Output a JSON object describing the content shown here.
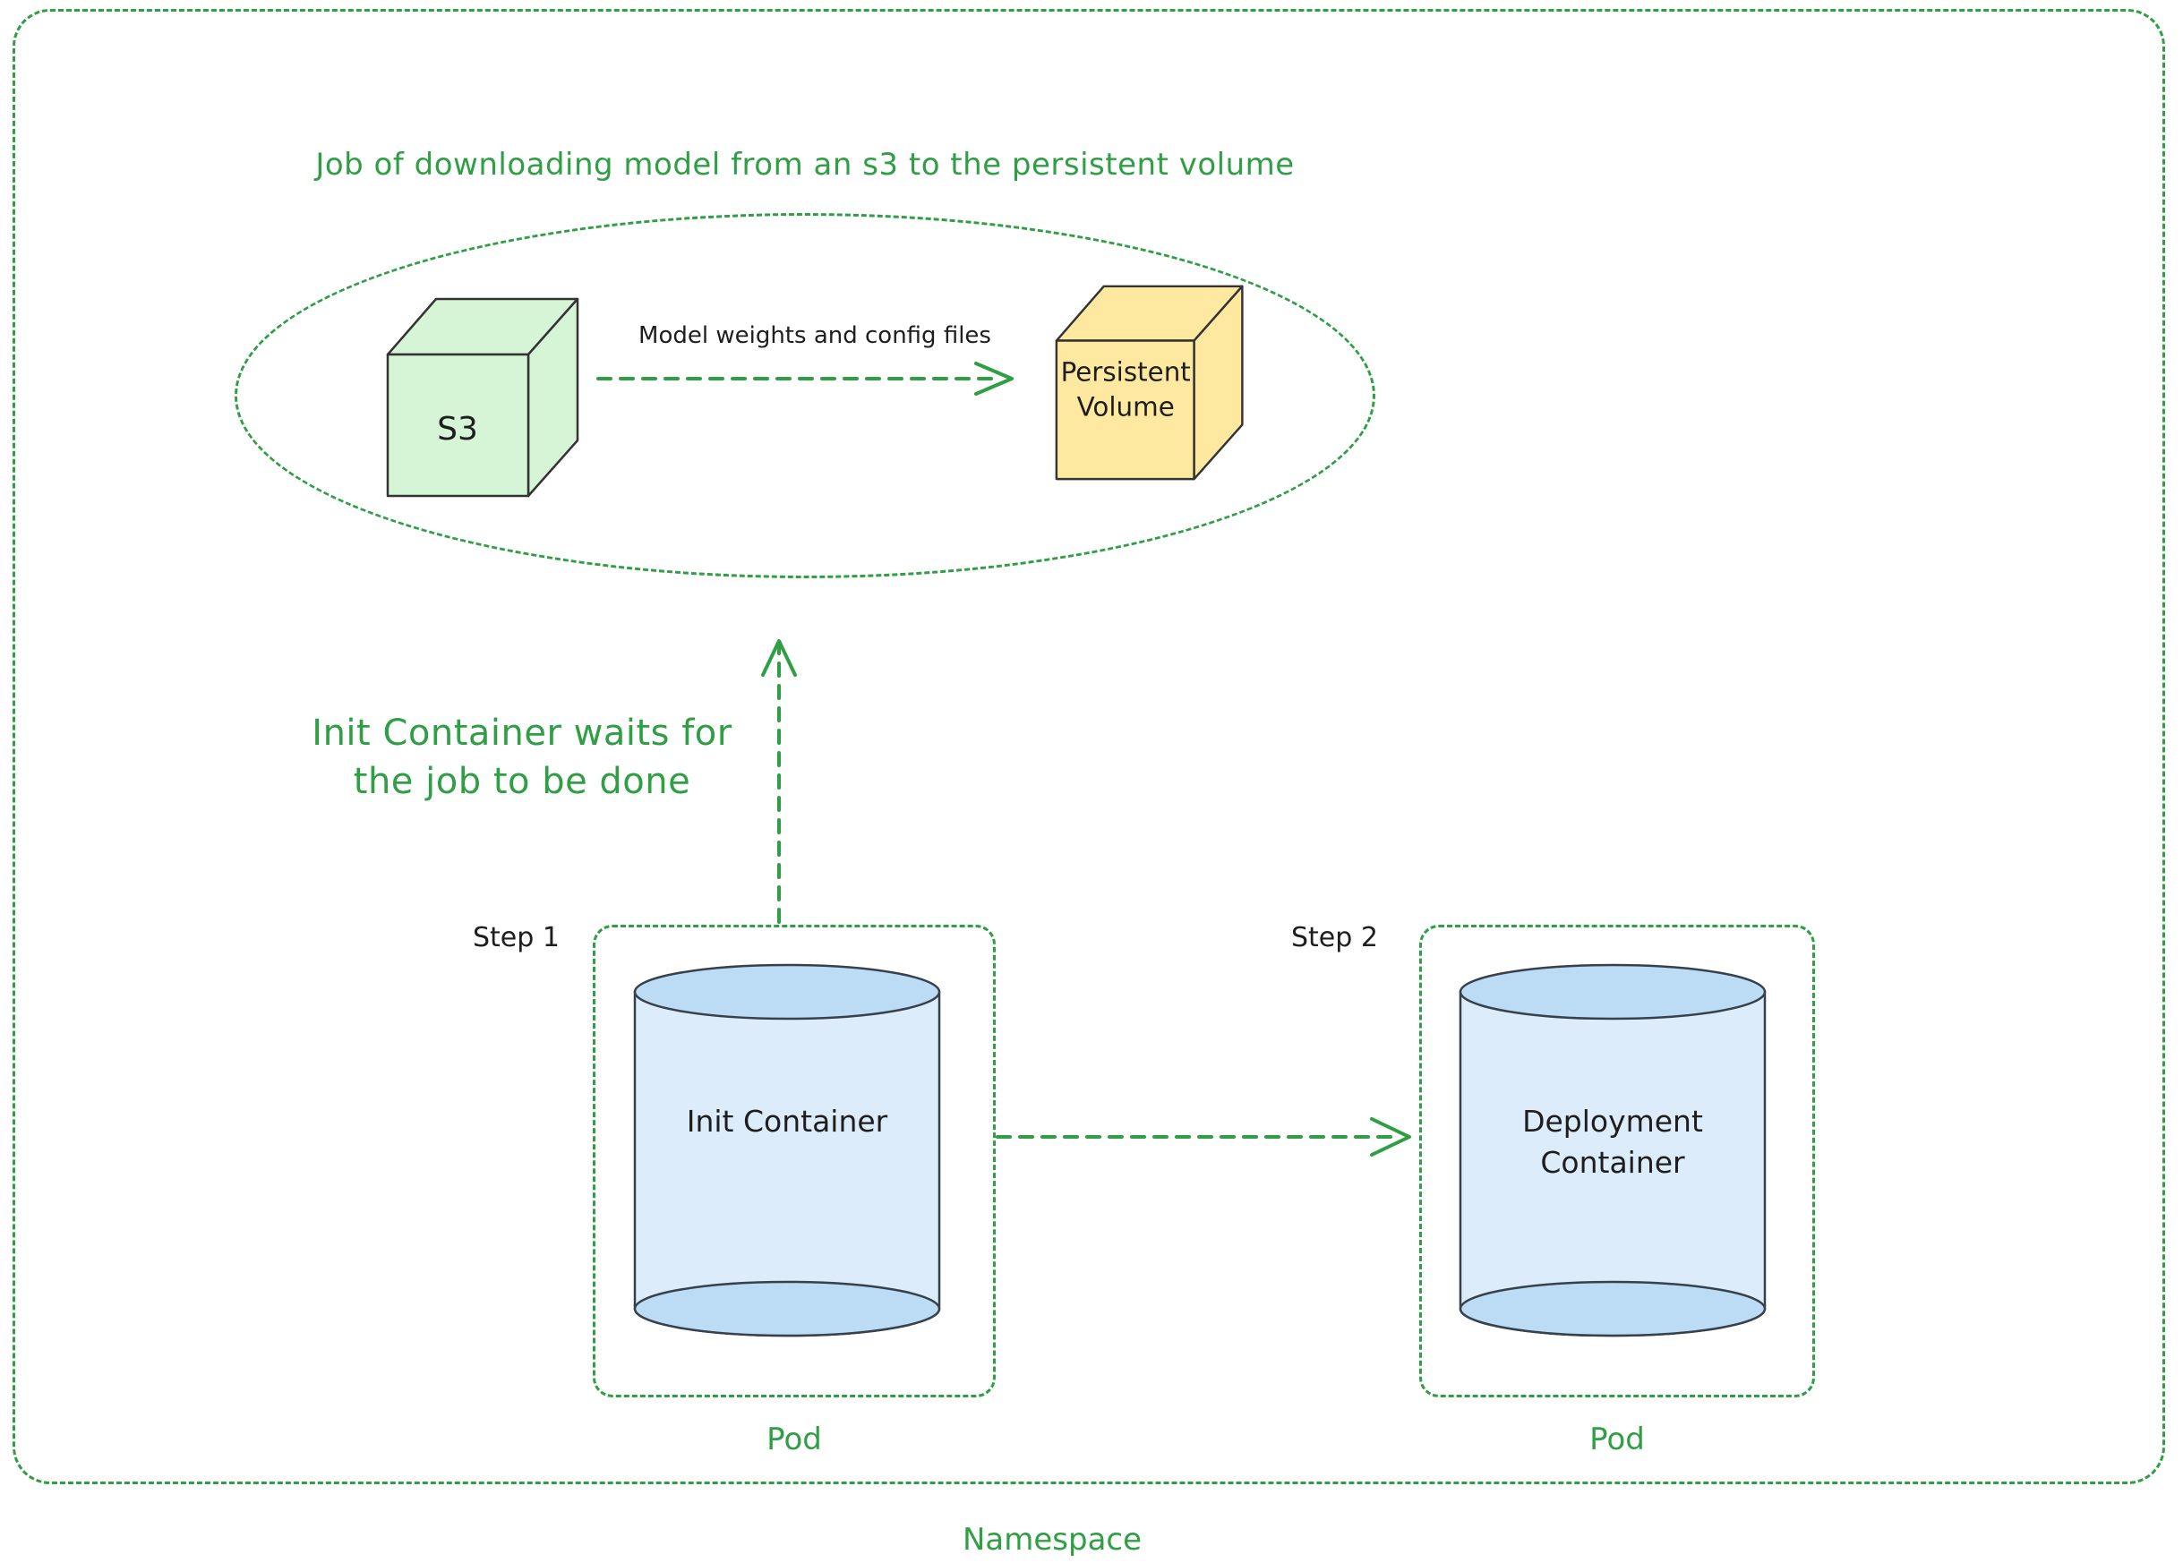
{
  "colors": {
    "green": "#2f9e44",
    "ink": "#1e1e1e",
    "shape_stroke": "#333333",
    "s3_fill": "#d6f5d6",
    "pv_fill": "#ffe9a0",
    "cyl_fill": "#dcecfb",
    "cyl_cap": "#bcdcf5"
  },
  "job_group": {
    "title": "Job of downloading model from an s3 to the persistent volume",
    "s3_label": "S3",
    "transfer_label": "Model weights and config files",
    "pv_line1": "Persistent",
    "pv_line2": "Volume"
  },
  "wait_note": {
    "line1": "Init Container waits for",
    "line2": "the job to be done"
  },
  "step1": {
    "step_label": "Step 1",
    "container_label": "Init Container",
    "pod_label": "Pod"
  },
  "step2": {
    "step_label": "Step 2",
    "container_line1": "Deployment",
    "container_line2": "Container",
    "pod_label": "Pod"
  },
  "namespace_label": "Namespace"
}
